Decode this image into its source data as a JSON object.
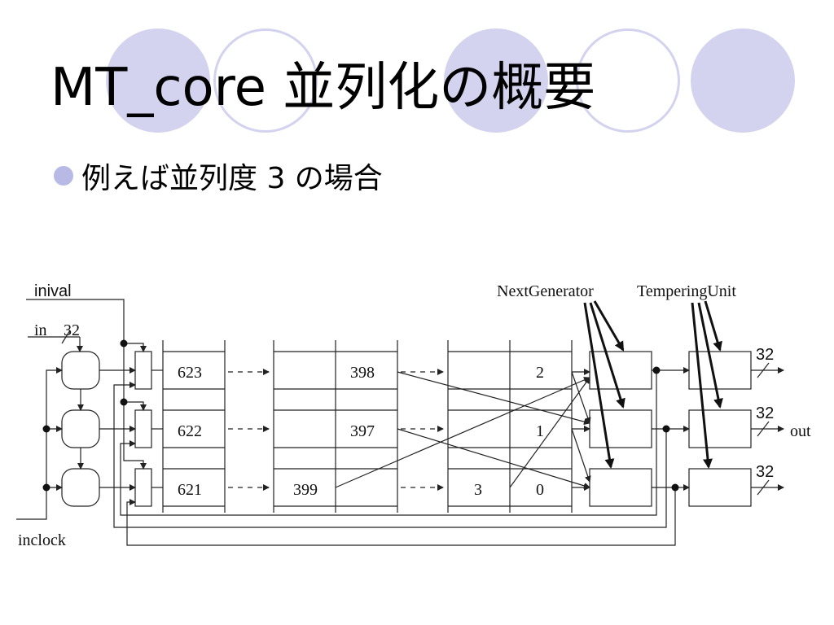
{
  "slide": {
    "title": "MT_core 並列化の概要",
    "bullet": "例えば並列度 3 の場合"
  },
  "colors": {
    "accent_circle": "#d3d3ef",
    "bullet": "#b9b9e6",
    "line": "#222222"
  },
  "diagram": {
    "labels": {
      "inival": "inival",
      "in": "in",
      "in_width": "32",
      "inclock": "inclock",
      "next_generator": "NextGenerator",
      "tempering_unit": "TemperingUnit",
      "out": "out",
      "out_width": "32"
    },
    "rows": [
      {
        "col1": "623",
        "col2": "",
        "col3": "398",
        "col4": "",
        "col5": "2"
      },
      {
        "col1": "622",
        "col2": "",
        "col3": "397",
        "col4": "",
        "col5": "1"
      },
      {
        "col1": "621",
        "col2": "399",
        "col3": "",
        "col4": "3",
        "col5": "0"
      }
    ],
    "dots": "- - -"
  }
}
